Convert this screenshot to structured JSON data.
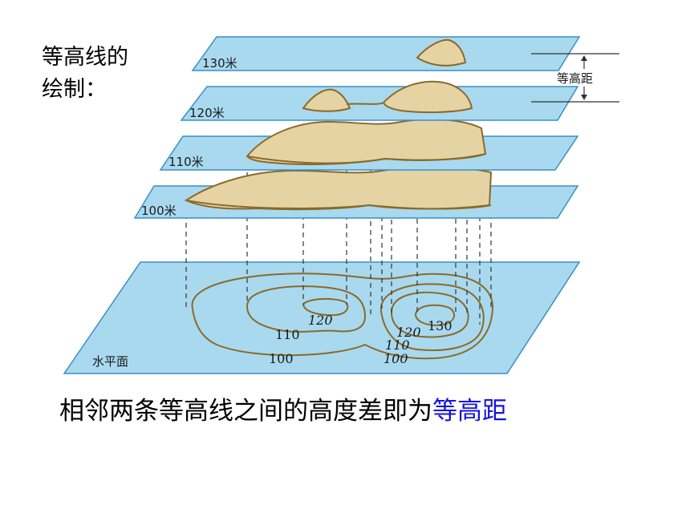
{
  "heading": {
    "line1": "等高线的",
    "line2": "绘制："
  },
  "planes": [
    {
      "label": "130米"
    },
    {
      "label": "120米"
    },
    {
      "label": "110米"
    },
    {
      "label": "100米"
    }
  ],
  "base_label": "水平面",
  "annotation": "等高距",
  "contour_labels": {
    "left_120": "120",
    "left_110": "110",
    "outer_100": "100",
    "right_130": "130",
    "right_120": "120",
    "right_110": "110",
    "right_100": "100"
  },
  "caption": {
    "text": "相邻两条等高线之间的高度差即为",
    "highlight": "等高距"
  },
  "colors": {
    "plane_fill": "#a9d9ef",
    "plane_stroke": "#3a8fc2",
    "terrain": "#e6d3a4",
    "terrain_stroke": "#8a6a2a",
    "highlight": "#1414e0"
  }
}
